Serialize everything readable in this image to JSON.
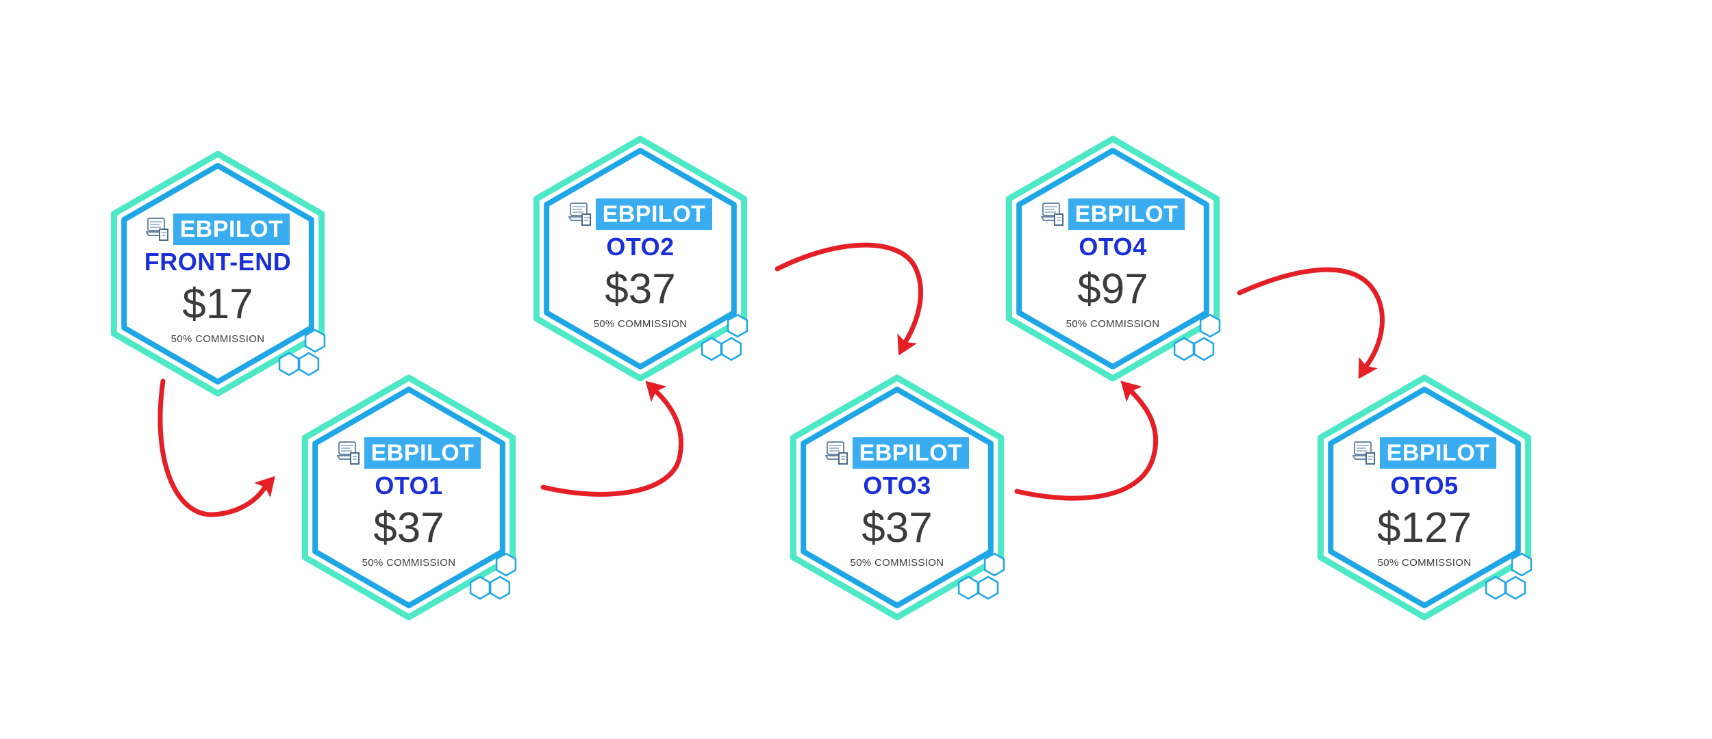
{
  "colors": {
    "outer_ring": "#4de8c6",
    "inner_ring": "#1ea6e6",
    "badge": "#39adf0",
    "title": "#1a2fd6",
    "price": "#3b3b3b",
    "arrow": "#e41f26"
  },
  "icons": {
    "logo": "laptop-book-icon",
    "decoration": "hexagon-cluster-icon",
    "arrow": "curved-arrow-icon"
  },
  "stages": [
    {
      "brand": "EBPILOT",
      "title": "FRONT-END",
      "price": "$17",
      "commission": "50% COMMISSION"
    },
    {
      "brand": "EBPILOT",
      "title": "OTO1",
      "price": "$37",
      "commission": "50% COMMISSION"
    },
    {
      "brand": "EBPILOT",
      "title": "OTO2",
      "price": "$37",
      "commission": "50% COMMISSION"
    },
    {
      "brand": "EBPILOT",
      "title": "OTO3",
      "price": "$37",
      "commission": "50% COMMISSION"
    },
    {
      "brand": "EBPILOT",
      "title": "OTO4",
      "price": "$97",
      "commission": "50% COMMISSION"
    },
    {
      "brand": "EBPILOT",
      "title": "OTO5",
      "price": "$127",
      "commission": "50% COMMISSION"
    }
  ],
  "flow": [
    {
      "from": "FRONT-END",
      "to": "OTO1"
    },
    {
      "from": "OTO1",
      "to": "OTO2"
    },
    {
      "from": "OTO2",
      "to": "OTO3"
    },
    {
      "from": "OTO3",
      "to": "OTO4"
    },
    {
      "from": "OTO4",
      "to": "OTO5"
    }
  ]
}
